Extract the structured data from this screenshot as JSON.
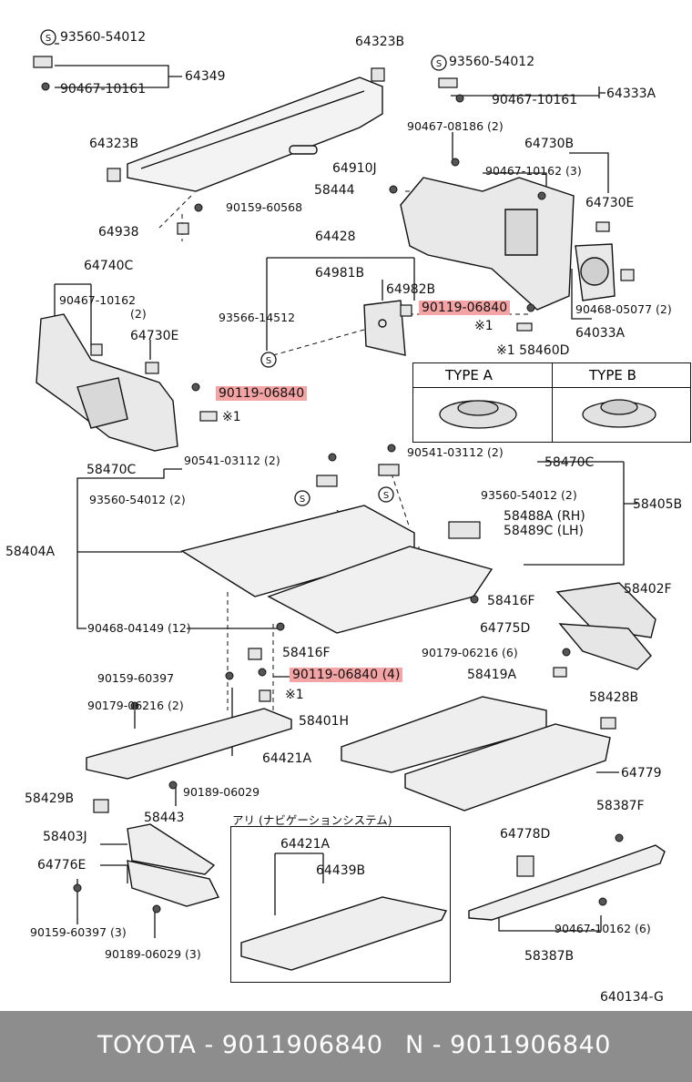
{
  "labels": {
    "p93560_54012_a": "93560-54012",
    "p90467_10161_a": "90467-10161",
    "p64349": "64349",
    "p64323B_top": "64323B",
    "p93560_54012_b": "93560-54012",
    "p90467_10161_b": "90467-10161",
    "p64333A": "64333A",
    "p90467_08186": "90467-08186 (2)",
    "p64730B": "64730B",
    "p64323B_left": "64323B",
    "p64910J": "64910J",
    "p90467_10162_3": "90467-10162 (3)",
    "p58444": "58444",
    "p64730E_r": "64730E",
    "p90159_60568": "90159-60568",
    "p64938": "64938",
    "p64428": "64428",
    "p64740C": "64740C",
    "p64981B": "64981B",
    "p64982B": "64982B",
    "p90467_10162_l": "90467-10162",
    "p2_l": "(2)",
    "p90119_06840_r": "90119-06840",
    "p90468_05077": "90468-05077 (2)",
    "p93566_14512": "93566-14512",
    "p64730E_l": "64730E",
    "p_x1_r": "※1",
    "p64033A": "64033A",
    "p58460D": "※1 58460D",
    "p90119_06840_l": "90119-06840",
    "p_x1_l": "※1",
    "p58470C_l": "58470C",
    "p90541_03112_l": "90541-03112 (2)",
    "p90541_03112_r": "90541-03112 (2)",
    "p58470C_r": "58470C",
    "p93560_54012_2l": "93560-54012 (2)",
    "p93560_54012_2r": "93560-54012 (2)",
    "p58405B": "58405B",
    "p58488A": "58488A (RH)",
    "p58489C": "58489C (LH)",
    "p58404A": "58404A",
    "p58402F": "58402F",
    "p58416F_r": "58416F",
    "p90468_04149": "90468-04149 (12)",
    "p64775D": "64775D",
    "p58416F_l": "58416F",
    "p90179_06216_r": "90179-06216 (6)",
    "p90159_60397_a": "90159-60397",
    "p90119_06840_4": "90119-06840 (4)",
    "p58419A": "58419A",
    "p_x1_m": "※1",
    "p90179_06216_l": "90179-06216 (2)",
    "p58428B": "58428B",
    "p58401H": "58401H",
    "p64421A_r": "64421A",
    "p64779": "64779",
    "p90189_06029_a": "90189-06029",
    "p58429B": "58429B",
    "p58443": "58443",
    "p58387F": "58387F",
    "p_nav": "アリ (ナビゲーションシステム)",
    "p58403J": "58403J",
    "p64778D": "64778D",
    "p64421A_n": "64421A",
    "p64776E": "64776E",
    "p64439B": "64439B",
    "p90467_10162_6": "90467-10162 (6)",
    "p90159_60397_3": "90159-60397 (3)",
    "p90189_06029_3": "90189-06029 (3)",
    "p58387B": "58387B",
    "p640134G": "640134-G",
    "type_a": "TYPE  A",
    "type_b": "TYPE  B"
  },
  "footer": {
    "left": "TOYOTA - 9011906840",
    "right": "N - 9011906840"
  },
  "colors": {
    "highlight": "#f4a4a4",
    "footer_bg": "#8d8d8d",
    "line": "#111111"
  }
}
